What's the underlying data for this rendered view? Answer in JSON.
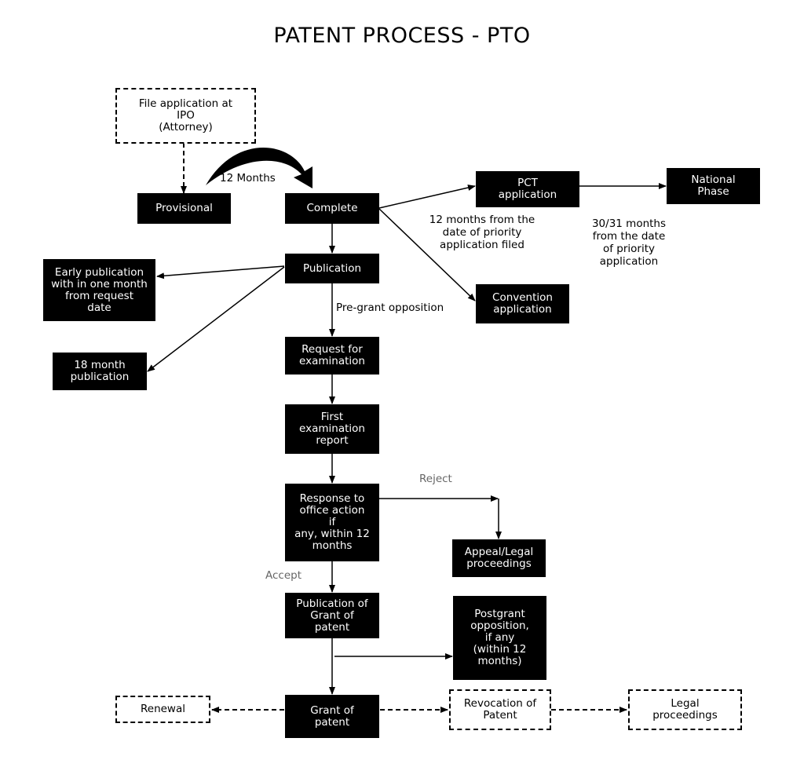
{
  "title": "PATENT PROCESS - PTO",
  "nodes": {
    "file_application": "File application at\nIPO\n(Attorney)",
    "provisional": "Provisional",
    "complete": "Complete",
    "pct_application": "PCT\napplication",
    "national_phase": "National\nPhase",
    "convention_application": "Convention\napplication",
    "publication": "Publication",
    "early_publication": "Early publication\nwith in one month\nfrom request\ndate",
    "eighteen_month_publication": "18 month\npublication",
    "request_for_examination": "Request for\nexamination",
    "first_examination_report": "First\nexamination\nreport",
    "response_to_office_action": "Response to\noffice action\nif\nany, within 12\nmonths",
    "appeal_legal_proceedings": "Appeal/Legal\nproceedings",
    "publication_of_grant": "Publication of\nGrant of\npatent",
    "postgrant_opposition": "Postgrant\nopposition,\nif any\n(within 12\nmonths)",
    "renewal": "Renewal",
    "grant_of_patent": "Grant of\npatent",
    "revocation_of_patent": "Revocation of\nPatent",
    "legal_proceedings": "Legal\nproceedings"
  },
  "edge_labels": {
    "twelve_months": "12 Months",
    "pct_timing": "12 months from the\ndate of priority\napplication filed",
    "national_phase_timing": "30/31 months\nfrom the date\nof priority\napplication",
    "pre_grant_opposition": "Pre-grant opposition",
    "reject": "Reject",
    "accept": "Accept"
  }
}
